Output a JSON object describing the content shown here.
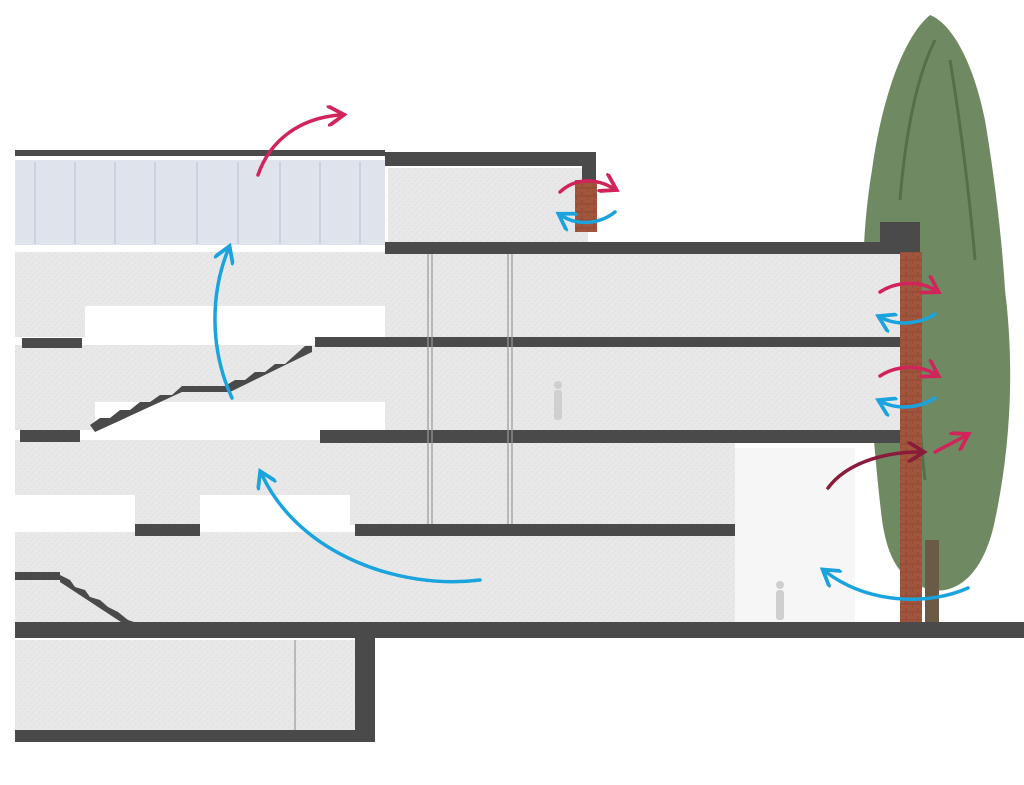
{
  "diagram": {
    "kind": "building-section-ventilation",
    "labels": [],
    "colors": {
      "background": "#ffffff",
      "slab": "#4a4a4a",
      "interior_fill": "#e6e6e6",
      "glazing": "#dfe3ec",
      "brick": "#a0553c",
      "tree": "#5f7d52",
      "exhaust_arrow": "#d0245a",
      "exhaust_arrow_dark": "#8a1b3a",
      "supply_arrow": "#1aa3dd"
    },
    "airflow": {
      "exhaust_arrows": 6,
      "supply_arrows": 6
    }
  }
}
